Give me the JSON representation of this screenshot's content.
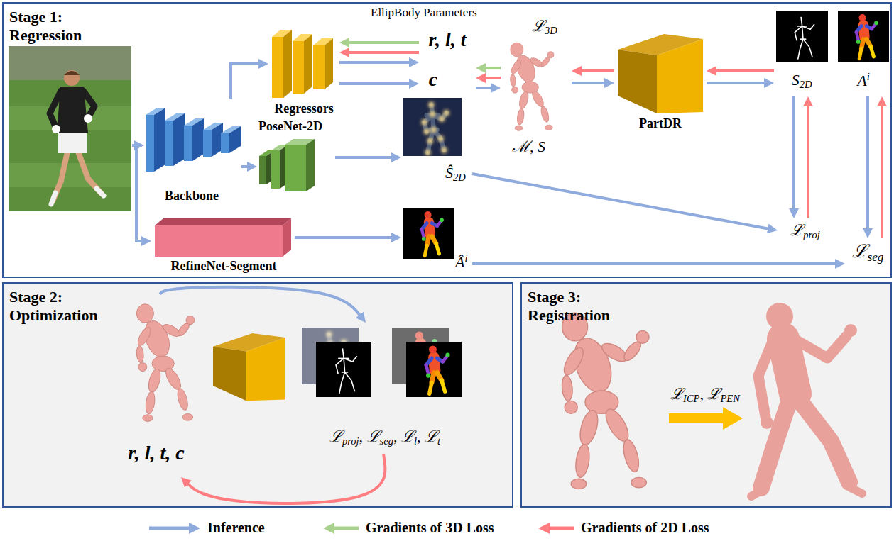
{
  "diagram": {
    "nodes": [
      {
        "text": [
          "Stage 1: Regression"
        ]
      },
      {
        "text": [
          "Backbone"
        ],
        "in": 0
      },
      {
        "text": [
          "Regressors"
        ],
        "in": 0
      },
      {
        "text": [
          "PoseNet-2D"
        ],
        "in": 0
      },
      {
        "text": [
          "RefineNet-Segment"
        ],
        "in": 0
      },
      {
        "text": [
          "r, l, t",
          "c"
        ],
        "in": 0
      },
      {
        "text": [
          "ℒ3D",
          "ℳ, S"
        ],
        "in": 0
      },
      {
        "text": [
          "PartDR"
        ],
        "in": 0
      },
      {
        "text": [
          "S2D"
        ],
        "in": 0
      },
      {
        "text": [
          "Ai"
        ],
        "in": 0
      },
      {
        "text": [
          "Ŝ2D"
        ],
        "in": 0
      },
      {
        "text": [
          "Âi"
        ],
        "in": 0
      },
      {
        "text": [
          "ℒproj"
        ],
        "in": 0
      },
      {
        "text": [
          "ℒseg"
        ],
        "in": 0
      },
      {
        "text": [
          "Stage 2: Optimization"
        ]
      },
      {
        "text": [
          "r, l, t, c"
        ],
        "in": 14
      },
      {
        "text": [
          "ℒproj, ℒseg, ℒl, ℒt"
        ],
        "in": 14
      },
      {
        "text": [
          "Stage 3: Registration"
        ]
      }
    ],
    "edges": [
      {
        "from": 1,
        "to": 2,
        "arrow": "to"
      },
      {
        "from": 1,
        "to": 3,
        "arrow": "to"
      },
      {
        "from": 5,
        "to": 2,
        "arrow": "to"
      },
      {
        "from": 5,
        "to": 2,
        "arrow": "to"
      },
      {
        "from": 2,
        "to": 5,
        "arrow": "to"
      },
      {
        "from": 2,
        "to": 5,
        "arrow": "to"
      },
      {
        "from": 6,
        "to": 5,
        "arrow": "to"
      },
      {
        "from": 6,
        "to": 5,
        "arrow": "to"
      },
      {
        "from": 5,
        "to": 6,
        "arrow": "to"
      },
      {
        "from": 7,
        "to": 6,
        "arrow": "to"
      },
      {
        "from": 6,
        "to": 7,
        "arrow": "to"
      },
      {
        "from": 8,
        "to": 7,
        "arrow": "to"
      },
      {
        "from": 7,
        "to": 8,
        "arrow": "to"
      },
      {
        "from": 3,
        "to": 10,
        "arrow": "to"
      },
      {
        "from": 10,
        "to": 12,
        "arrow": "to"
      },
      {
        "from": 8,
        "to": 12,
        "arrow": "to"
      },
      {
        "from": 12,
        "to": 8,
        "arrow": "to"
      },
      {
        "from": 9,
        "to": 13,
        "arrow": "to"
      },
      {
        "from": 13,
        "to": 9,
        "arrow": "to"
      },
      {
        "from": 4,
        "to": 11,
        "arrow": "to"
      },
      {
        "from": 11,
        "to": 13,
        "arrow": "to"
      },
      {
        "from": 15,
        "to": 16,
        "arrow": "to"
      },
      {
        "from": 16,
        "to": 15,
        "arrow": "to"
      }
    ],
    "labels": [
      "EllipBody Parameters",
      "ℒICP, ℒPEN"
    ],
    "legend": [
      {
        "text": "Inference",
        "color": "#8FAADC"
      },
      {
        "text": "Gradients of 3D Loss",
        "color": "#A9D18E"
      },
      {
        "text": "Gradients of 2D Loss",
        "color": "#FF7C80"
      }
    ]
  }
}
